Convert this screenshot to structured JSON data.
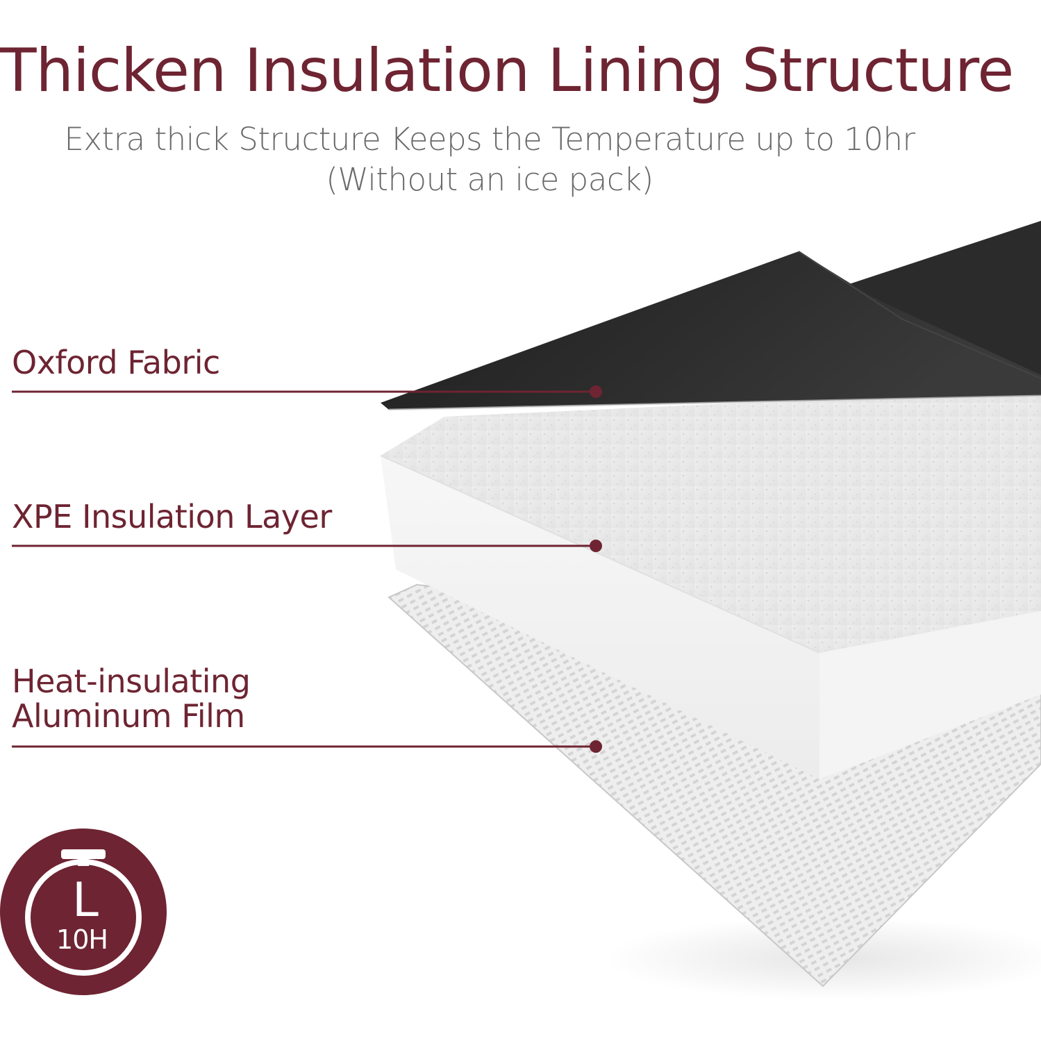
{
  "header": {
    "title": "Thicken Insulation Lining Structure",
    "subtitle_line1": "Extra thick Structure Keeps the Temperature up to 10hr",
    "subtitle_line2": "(Without an ice pack)"
  },
  "layers": [
    {
      "label": "Oxford Fabric"
    },
    {
      "label": "XPE Insulation Layer"
    },
    {
      "label_line1": "Heat-insulating",
      "label_line2": "Aluminum Film"
    }
  ],
  "badge": {
    "icon": "stopwatch-icon",
    "letter": "L",
    "duration": "10H"
  },
  "colors": {
    "accent": "#6e2432",
    "subtitle": "#6a6a6a",
    "fabric": "#2a2a2a",
    "foam": "#f2f2f2",
    "film": "#e6e6e6"
  }
}
